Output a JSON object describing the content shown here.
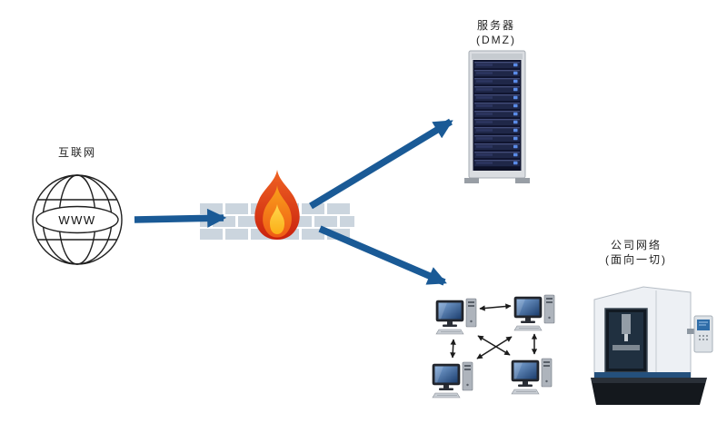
{
  "diagram": {
    "nodes": {
      "internet": {
        "label": "互联网",
        "globe_text": "WWW"
      },
      "server_dmz": {
        "label_line1": "服务器",
        "label_line2": "(DMZ)"
      },
      "company_network": {
        "label_line1": "公司网络",
        "label_line2": "(面向一切)"
      }
    },
    "edges": [
      {
        "from": "internet",
        "to": "firewall"
      },
      {
        "from": "firewall",
        "to": "server_dmz"
      },
      {
        "from": "firewall",
        "to": "company_network"
      }
    ],
    "colors": {
      "arrow_blue": "#1A5A96",
      "brick_gray": "#CBD5DE",
      "flame_red": "#D8350F",
      "flame_orange": "#F47B20",
      "flame_yellow": "#FFC826",
      "screen_blue": "#2F6DA8"
    }
  }
}
